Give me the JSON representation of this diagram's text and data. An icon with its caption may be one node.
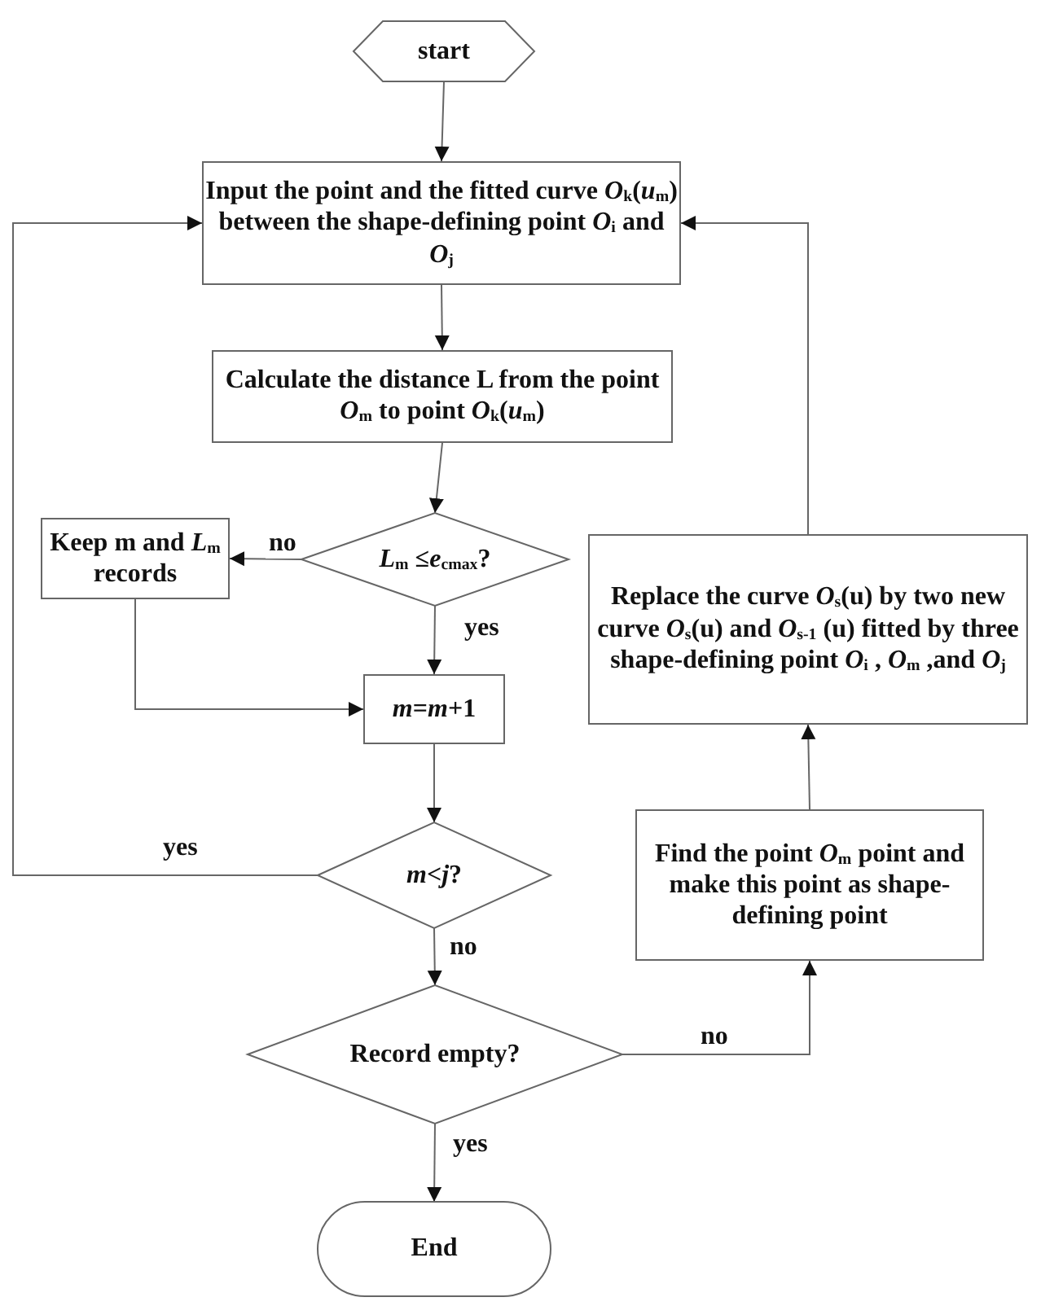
{
  "diagram": {
    "nodes": [
      {
        "text": [
          "start"
        ]
      },
      {
        "text": [
          "Input the point and the fitted curve *O*$_{k}$(*u*$_{m}$) between the shape-defining point *O*$_{i}$ and *O*$_{j}$"
        ]
      },
      {
        "text": [
          "Calculate the distance L from the point *O*$_{m}$ to point *O*$_{k}$(*u*$_{m}$)"
        ]
      },
      {
        "text": [
          "*L*$_{m}$ ≤*e*$_{cmax}$?"
        ]
      },
      {
        "text": [
          "Keep m and *L*$_{m}$ records"
        ]
      },
      {
        "text": [
          "*m*=*m*+1"
        ]
      },
      {
        "text": [
          "*m*<*j*?"
        ]
      },
      {
        "text": [
          "Record empty?"
        ]
      },
      {
        "text": [
          "End"
        ]
      },
      {
        "text": [
          "Replace the curve *O*$_{s}$(u) by two new curve *O*$_{s}$(u) and *O*$_{s-1}$ (u) fitted by three shape-defining point *O*$_{i}$ , *O*$_{m}$ ,and *O*$_{j}$"
        ]
      },
      {
        "text": [
          "Find the point *O*$_{m}$ point and make this point as shape-defining point"
        ]
      }
    ],
    "edges": [
      {
        "from": 0,
        "to": 1,
        "arrow": "to"
      },
      {
        "from": 1,
        "to": 2,
        "arrow": "to"
      },
      {
        "from": 2,
        "to": 3,
        "arrow": "to"
      },
      {
        "from": 3,
        "to": 4,
        "arrow": "to",
        "label": "no"
      },
      {
        "from": 3,
        "to": 5,
        "arrow": "to",
        "label": "yes"
      },
      {
        "from": 4,
        "to": 5,
        "arrow": "to"
      },
      {
        "from": 5,
        "to": 6,
        "arrow": "to"
      },
      {
        "from": 6,
        "to": 1,
        "arrow": "to",
        "label": "yes"
      },
      {
        "from": 6,
        "to": 7,
        "arrow": "to",
        "label": "no"
      },
      {
        "from": 7,
        "to": 10,
        "arrow": "to",
        "label": "no"
      },
      {
        "from": 7,
        "to": 8,
        "arrow": "to",
        "label": "yes"
      },
      {
        "from": 10,
        "to": 9,
        "arrow": "to"
      },
      {
        "from": 9,
        "to": 1,
        "arrow": "to"
      }
    ]
  }
}
